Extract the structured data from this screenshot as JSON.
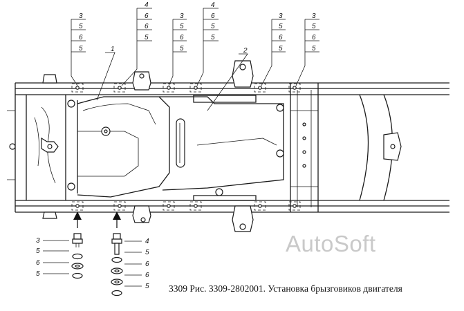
{
  "caption": "3309 Рис. 3309-2802001. Установка брызговиков двигателя",
  "watermark": "AutoSoft",
  "callout_columns": [
    {
      "labels": [
        "3",
        "5",
        "6",
        "5"
      ]
    },
    {
      "labels": [
        "4",
        "6",
        "6",
        "5"
      ]
    },
    {
      "labels": [
        "3",
        "5",
        "6",
        "5"
      ]
    },
    {
      "labels": [
        "4",
        "6",
        "5",
        "5"
      ]
    },
    {
      "labels": [
        "3",
        "5",
        "6",
        "5"
      ]
    },
    {
      "labels": [
        "3",
        "5",
        "6",
        "5"
      ]
    }
  ],
  "part_labels": [
    "1",
    "2"
  ],
  "left_stack_labels": [
    "3",
    "5",
    "6",
    "5"
  ],
  "right_stack_labels": [
    "4",
    "5",
    "6",
    "6",
    "5"
  ]
}
